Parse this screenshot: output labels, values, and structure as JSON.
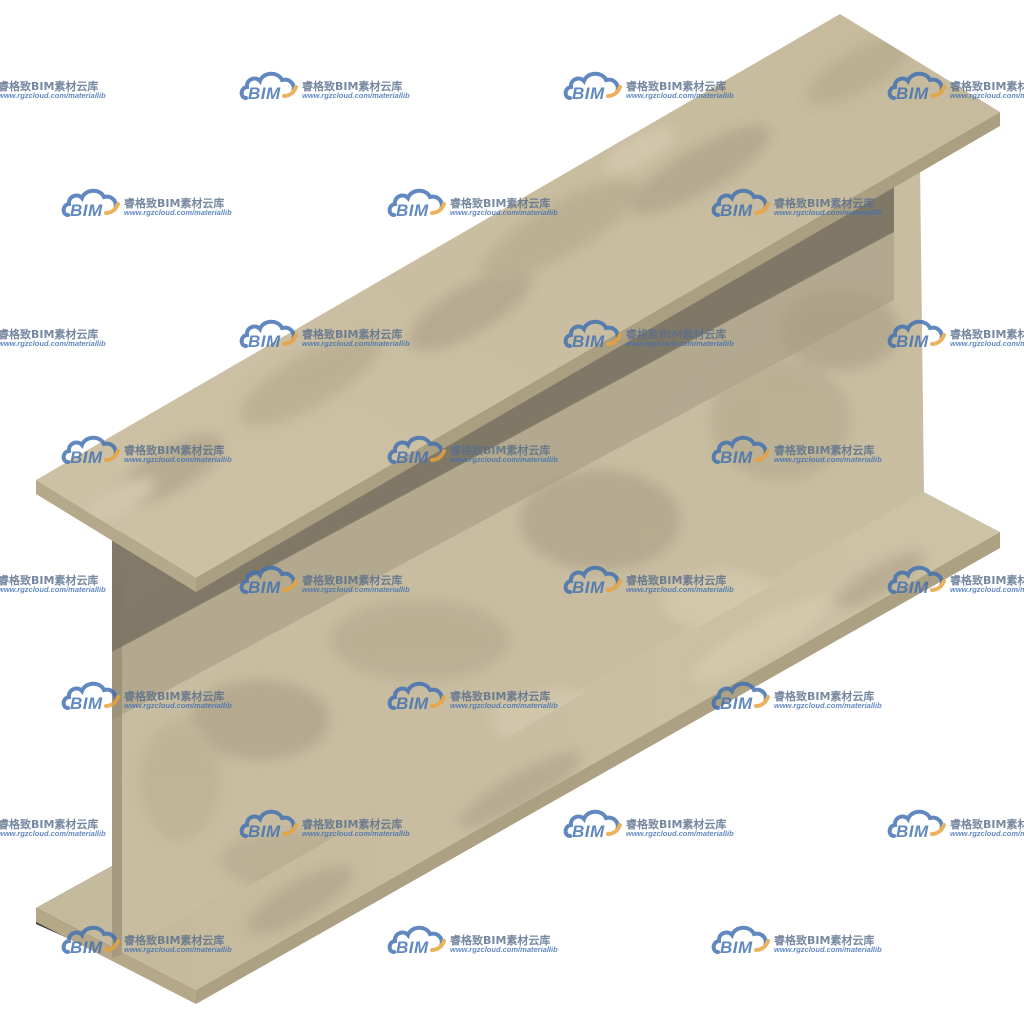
{
  "image": {
    "subject": "steel-i-beam-3d-model",
    "background_color": "#ffffff",
    "colors": {
      "top_face": "#c9bda1",
      "top_face_light": "#d6ccb1",
      "side_face": "#bdb194",
      "edge_face": "#b3a789",
      "web_face": "#c4b99d",
      "shadow_face": "#7f7766",
      "dark_section": "#3a3836",
      "stain": "#a99e84",
      "watermark_blue": "#3f6fb3",
      "watermark_orange": "#e9a23b"
    }
  },
  "watermark": {
    "logo_text": "BIM",
    "title": "睿格致BIM素材云库",
    "url": "www.rgzcloud.com/materiallib"
  }
}
